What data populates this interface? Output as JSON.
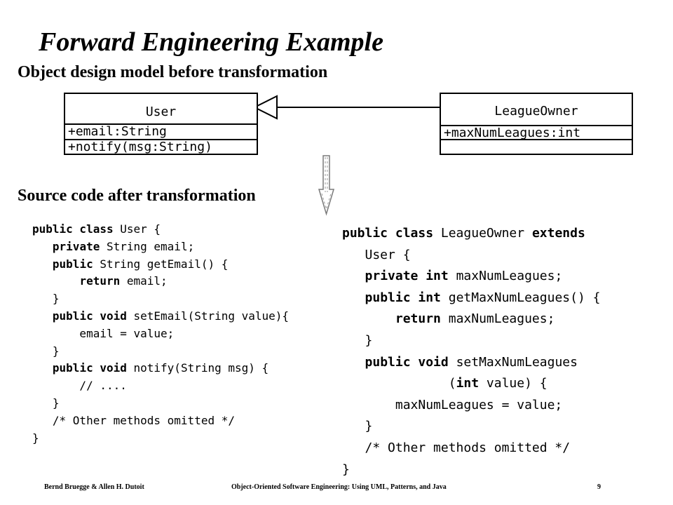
{
  "slide": {
    "title": "Forward Engineering Example",
    "subtitle_model": "Object design model before transformation",
    "subtitle_code": "Source code after transformation"
  },
  "diagram": {
    "user_class": {
      "name": "User",
      "attribute": "+email:String",
      "operation": "+notify(msg:String)"
    },
    "league_owner_class": {
      "name": "LeagueOwner",
      "attribute": "+maxNumLeagues:int",
      "operation": ""
    },
    "relationship": "generalization",
    "arrow_icon": "down-arrow-icon"
  },
  "code_left": [
    [
      {
        "t": "public class",
        "b": true
      },
      {
        "t": " User {"
      }
    ],
    [
      {
        "t": "   "
      },
      {
        "t": "private",
        "b": true
      },
      {
        "t": " String email;"
      }
    ],
    [
      {
        "t": "   "
      },
      {
        "t": "public",
        "b": true
      },
      {
        "t": " String getEmail() {"
      }
    ],
    [
      {
        "t": "       "
      },
      {
        "t": "return",
        "b": true
      },
      {
        "t": " email;"
      }
    ],
    [
      {
        "t": "   }"
      }
    ],
    [
      {
        "t": "   "
      },
      {
        "t": "public void",
        "b": true
      },
      {
        "t": " setEmail(String value){"
      }
    ],
    [
      {
        "t": "       email = value;"
      }
    ],
    [
      {
        "t": "   }"
      }
    ],
    [
      {
        "t": "   "
      },
      {
        "t": "public void",
        "b": true
      },
      {
        "t": " notify(String msg) {"
      }
    ],
    [
      {
        "t": "       // ...."
      }
    ],
    [
      {
        "t": "   }"
      }
    ],
    [
      {
        "t": "   /* Other methods omitted */"
      }
    ],
    [
      {
        "t": "}"
      }
    ]
  ],
  "code_right": [
    [
      {
        "t": "public class",
        "b": true
      },
      {
        "t": " LeagueOwner "
      },
      {
        "t": "extends",
        "b": true
      }
    ],
    [
      {
        "t": "   User {"
      }
    ],
    [
      {
        "t": "   "
      },
      {
        "t": "private int",
        "b": true
      },
      {
        "t": " maxNumLeagues;"
      }
    ],
    [
      {
        "t": "   "
      },
      {
        "t": "public int",
        "b": true
      },
      {
        "t": " getMaxNumLeagues() {"
      }
    ],
    [
      {
        "t": "       "
      },
      {
        "t": "return",
        "b": true
      },
      {
        "t": " maxNumLeagues;"
      }
    ],
    [
      {
        "t": "   }"
      }
    ],
    [
      {
        "t": "   "
      },
      {
        "t": "public void",
        "b": true
      },
      {
        "t": " setMaxNumLeagues"
      }
    ],
    [
      {
        "t": "              ("
      },
      {
        "t": "int",
        "b": true
      },
      {
        "t": " value) {"
      }
    ],
    [
      {
        "t": "       maxNumLeagues = value;"
      }
    ],
    [
      {
        "t": "   }"
      }
    ],
    [
      {
        "t": "   /* Other methods omitted */"
      }
    ],
    [
      {
        "t": "}"
      }
    ]
  ],
  "footer": {
    "authors": "Bernd Bruegge & Allen H. Dutoit",
    "book": "Object-Oriented Software Engineering: Using UML, Patterns, and Java",
    "page": "9"
  }
}
